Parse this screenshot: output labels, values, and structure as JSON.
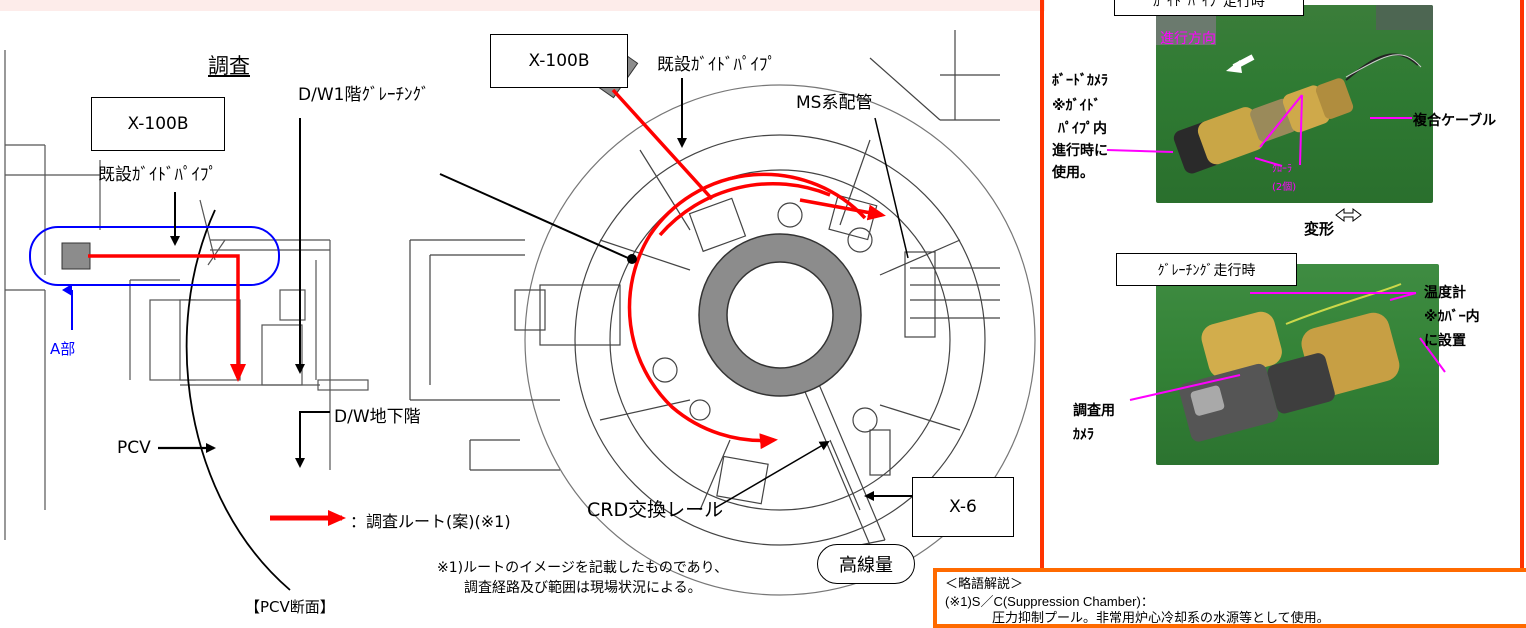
{
  "labels": {
    "title": "調査",
    "x100b_left": "X-100B",
    "guide_pipe_left": "既設ｶﾞｲﾄﾞﾊﾟｲﾌﾟ",
    "dw1": "D/W1階ｸﾞﾚｰﾁﾝｸﾞ",
    "x100b_center": "X-100B",
    "guide_pipe_center": "既設ｶﾞｲﾄﾞﾊﾟｲﾌﾟ",
    "ms_pipe": "MS系配管",
    "part_a": "A部",
    "dw_basement": "D/W地下階",
    "pcv": "PCV",
    "route_legend": "：調査ルート(案)(※1)",
    "crd_rail": "CRD交換レール",
    "x6": "X-6",
    "high_dose": "高線量",
    "note_line1": "※1)ルートのイメージを記載したものであり、",
    "note_line2": "調査経路及び範囲は現場状況による。",
    "section": "【PCV断面】"
  },
  "robot": {
    "guide_mode_title": "ｶﾞｲﾄﾞﾊﾟｲﾌﾟ走行時",
    "direction": "進行方向",
    "board_camera_1": "ﾎﾞｰﾄﾞｶﾒﾗ",
    "board_camera_2": "※ｶﾞｲﾄﾞ",
    "board_camera_3": "ﾊﾟｲﾌﾟ内",
    "board_camera_4": "進行時に",
    "board_camera_5": "使用。",
    "crawler_1": "ｸﾛｰﾗ",
    "crawler_2": "(2個)",
    "composite_cable": "複合ケーブル",
    "transform": "変形",
    "grating_mode_title": "ｸﾞﾚｰﾁﾝｸﾞ走行時",
    "thermometer_1": "温度計",
    "thermometer_2": "※ｶﾊﾞｰ内",
    "thermometer_3": "に設置",
    "survey_camera_1": "調査用",
    "survey_camera_2": "ｶﾒﾗ"
  },
  "glossary": {
    "heading": "＜略語解説＞",
    "line1": "(※1)S／C(Suppression Chamber)：",
    "line2": "圧力抑制プール。非常用炉心冷却系の水源等として使用。"
  },
  "colors": {
    "route": "#ff0000",
    "annotation": "#ff00ff",
    "part_a": "#0000ff",
    "panel_border": "#ff3300",
    "glossary_border": "#ff6a00"
  }
}
